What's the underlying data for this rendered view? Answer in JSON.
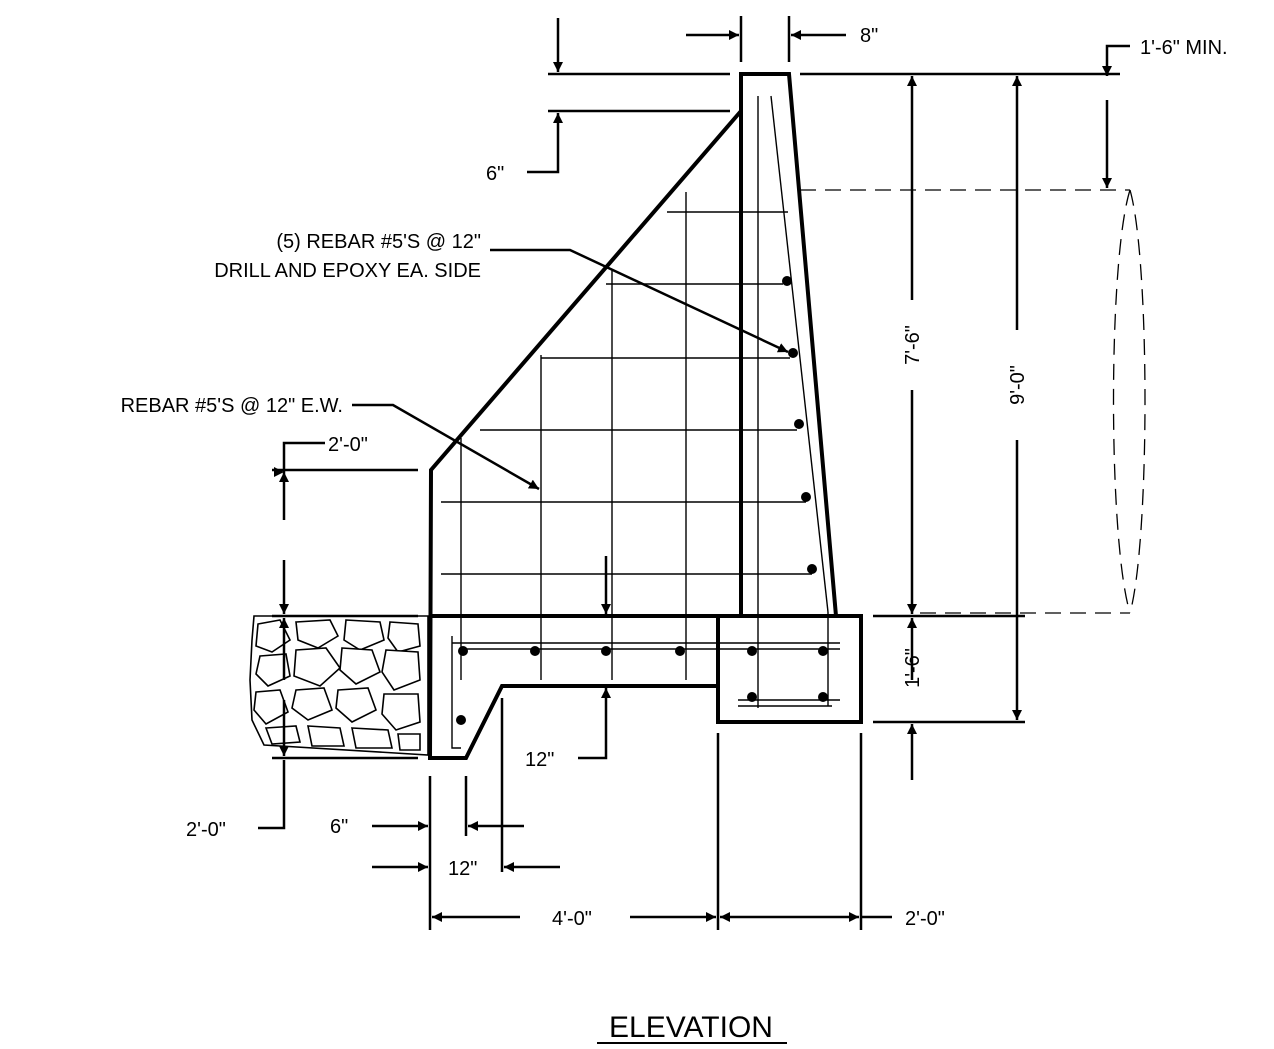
{
  "title": "ELEVATION",
  "notes": {
    "rebar_dowels_line1": "(5) REBAR #5'S @ 12\"",
    "rebar_dowels_line2": "DRILL AND EPOXY EA. SIDE",
    "rebar_ew": "REBAR #5'S @ 12\" E.W."
  },
  "dimensions": {
    "stem_top_width": "8\"",
    "top_offset": "6\"",
    "min_cover": "1'-6\" MIN.",
    "stem_height": "7'-6\"",
    "total_height": "9'-0\"",
    "footing_depth": "1'-6\"",
    "buttress_step": "2'-0\"",
    "toe_depth": "2'-0\"",
    "keyway_depth": "12\"",
    "toe_offset": "6\"",
    "slope_width": "12\"",
    "base_length": "4'-0\"",
    "footing_width": "2'-0\""
  }
}
